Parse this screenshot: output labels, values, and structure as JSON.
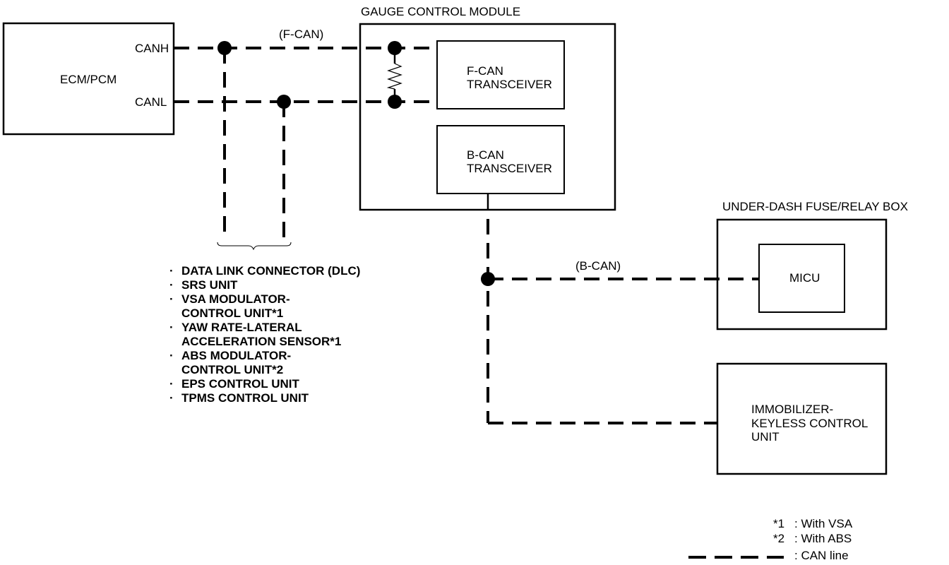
{
  "diagram": {
    "ecm": {
      "label": "ECM/PCM",
      "canh": "CANH",
      "canl": "CANL"
    },
    "fcan_label": "(F-CAN)",
    "bcan_label": "(B-CAN)",
    "gauge": {
      "title": "GAUGE CONTROL MODULE",
      "fcan_line1": "F-CAN",
      "fcan_line2": "TRANSCEIVER",
      "bcan_line1": "B-CAN",
      "bcan_line2": "TRANSCEIVER"
    },
    "fuse_box": {
      "title": "UNDER-DASH FUSE/RELAY BOX",
      "micu": "MICU"
    },
    "immobilizer": {
      "line1": "IMMOBILIZER-",
      "line2": "KEYLESS CONTROL",
      "line3": "UNIT"
    },
    "bullet": "·",
    "connected_units": [
      "DATA LINK CONNECTOR (DLC)",
      "SRS UNIT",
      "VSA MODULATOR-",
      "CONTROL UNIT*1",
      "YAW RATE-LATERAL",
      "ACCELERATION SENSOR*1",
      "ABS MODULATOR-",
      "CONTROL UNIT*2",
      "EPS CONTROL UNIT",
      "TPMS CONTROL UNIT"
    ],
    "legend": {
      "note1_key": "*1",
      "note1_text": ": With VSA",
      "note2_key": "*2",
      "note2_text": ": With ABS",
      "line_text": ": CAN line"
    }
  }
}
